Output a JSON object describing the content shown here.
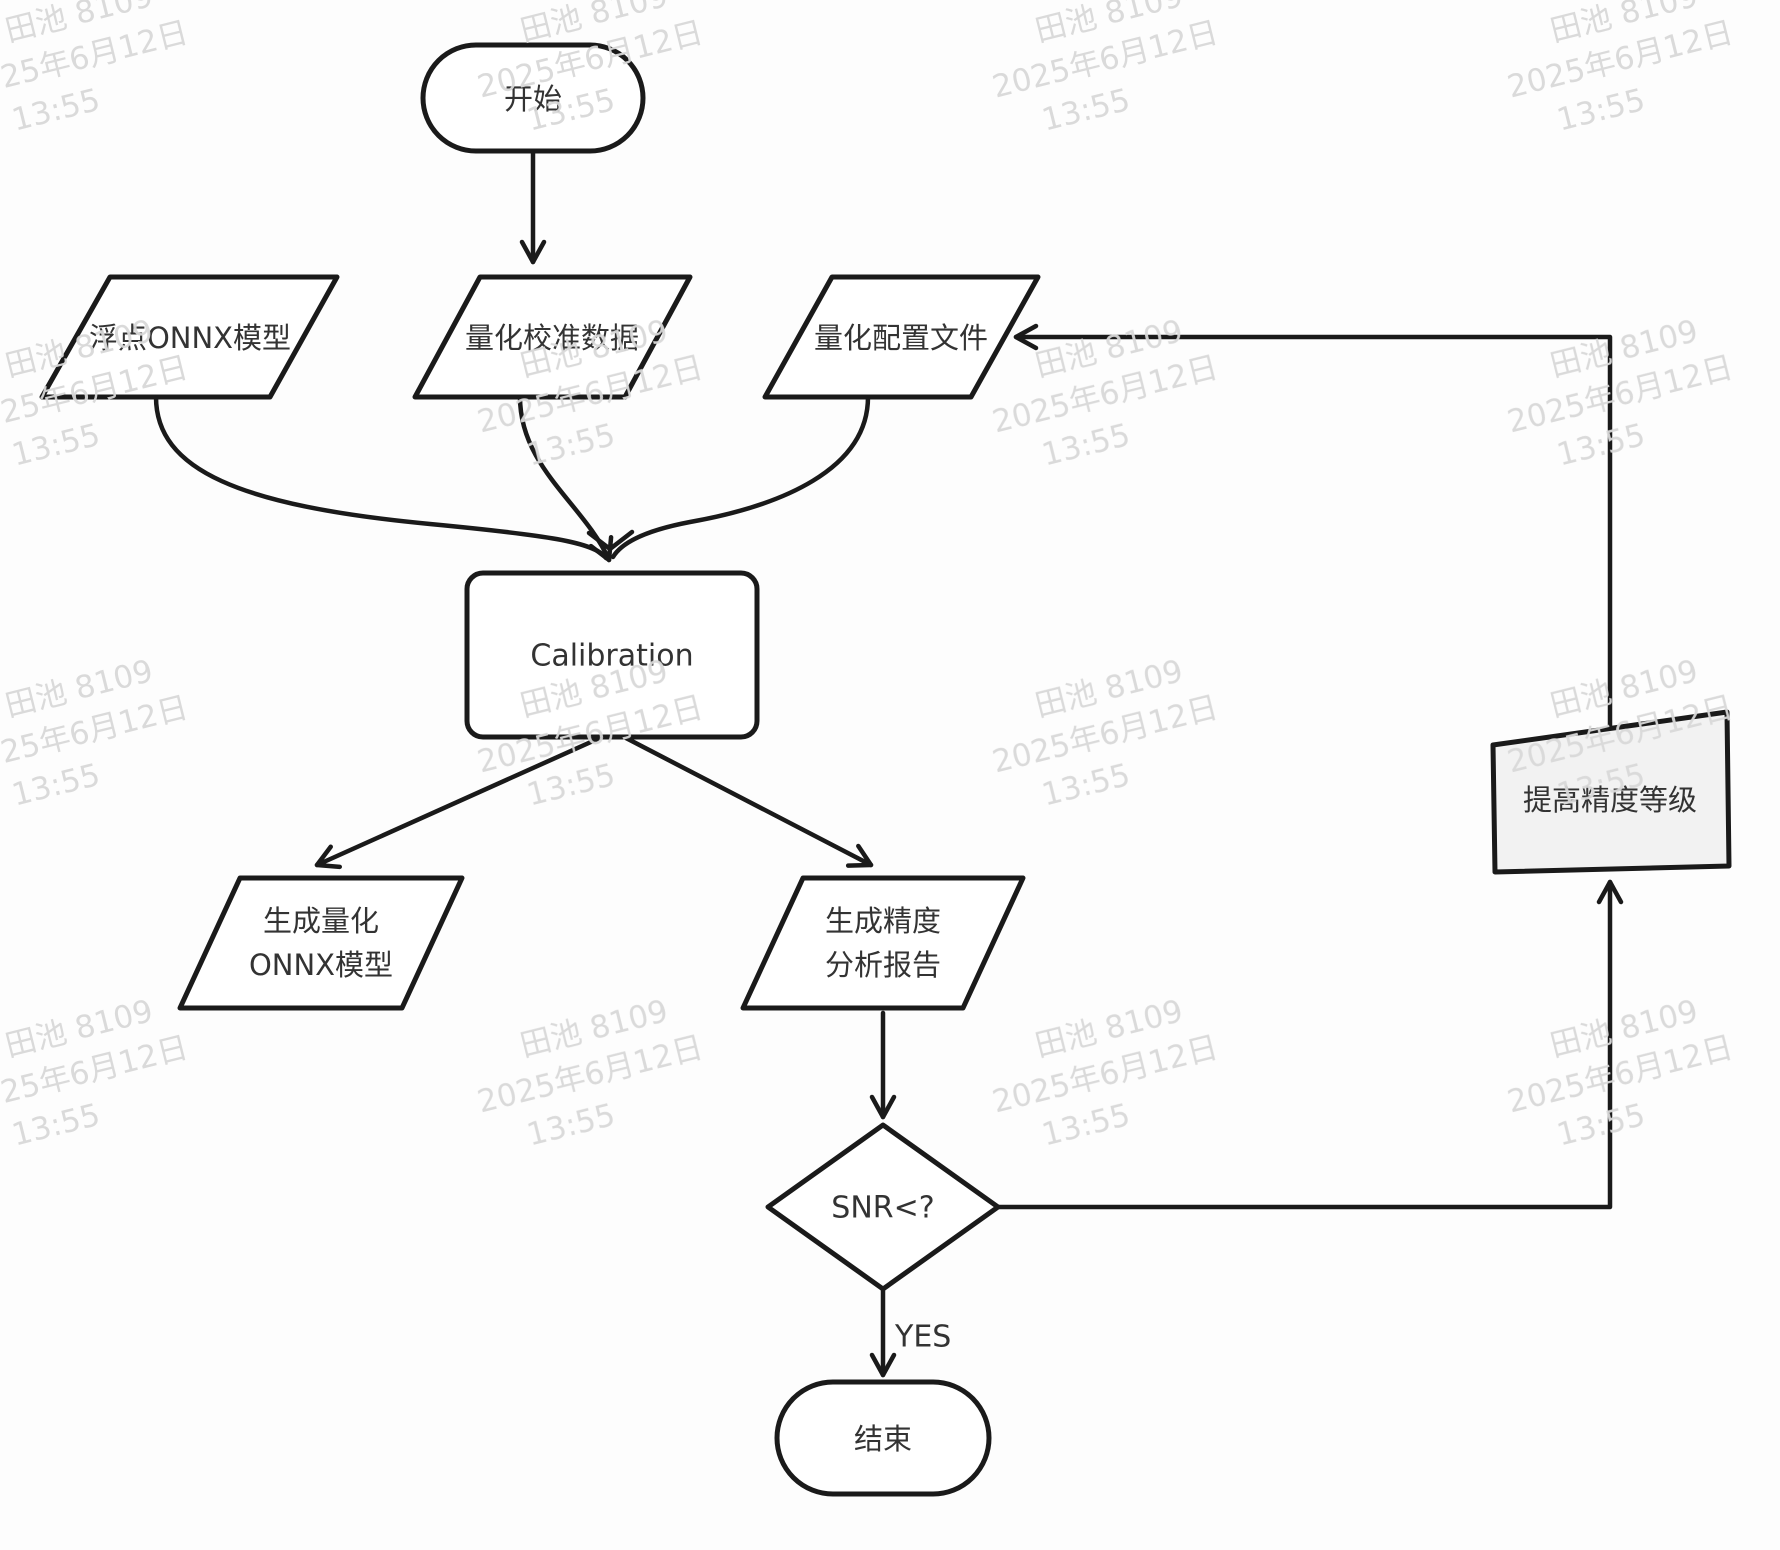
{
  "diagram": {
    "nodes": {
      "start": {
        "label": "开始"
      },
      "float_model": {
        "label": "浮点ONNX模型"
      },
      "calib_data": {
        "label": "量化校准数据"
      },
      "quant_config": {
        "label": "量化配置文件"
      },
      "calibration": {
        "label": "Calibration"
      },
      "gen_quant_model": {
        "line1": "生成量化",
        "line2": "ONNX模型"
      },
      "gen_report": {
        "line1": "生成精度",
        "line2": "分析报告"
      },
      "snr_decision": {
        "label": "SNR<?"
      },
      "raise_precision": {
        "label": "提高精度等级"
      },
      "end": {
        "label": "结束"
      }
    },
    "edges": {
      "yes_label": "YES"
    },
    "colors": {
      "stroke": "#1a1a1a",
      "text": "#333333",
      "node_fill": "#ffffff",
      "gray_fill": "#f2f2f2",
      "watermark": "#d9d9d9"
    }
  },
  "watermark": {
    "line1": "田池 8109",
    "line2": "2025年6月12日",
    "line3": "13:55"
  }
}
